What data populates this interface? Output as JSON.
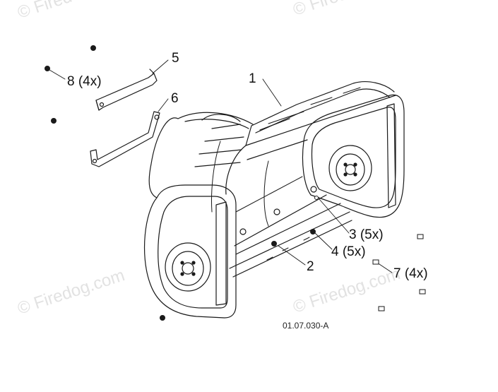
{
  "watermark": {
    "text": "© Firedog.com",
    "top_left_text": "© Fired",
    "top_right_text": "© Fireu",
    "color": "#e2e2e2"
  },
  "callouts": {
    "c1": "1",
    "c2": "2",
    "c3": "3 (5x)",
    "c4": "4 (5x)",
    "c5": "5",
    "c6": "6",
    "c7": "7 (4x)",
    "c8": "8 (4x)"
  },
  "drawing_ref": "01.07.030-A",
  "colors": {
    "line": "#1a1a1a",
    "paper": "#ffffff"
  }
}
